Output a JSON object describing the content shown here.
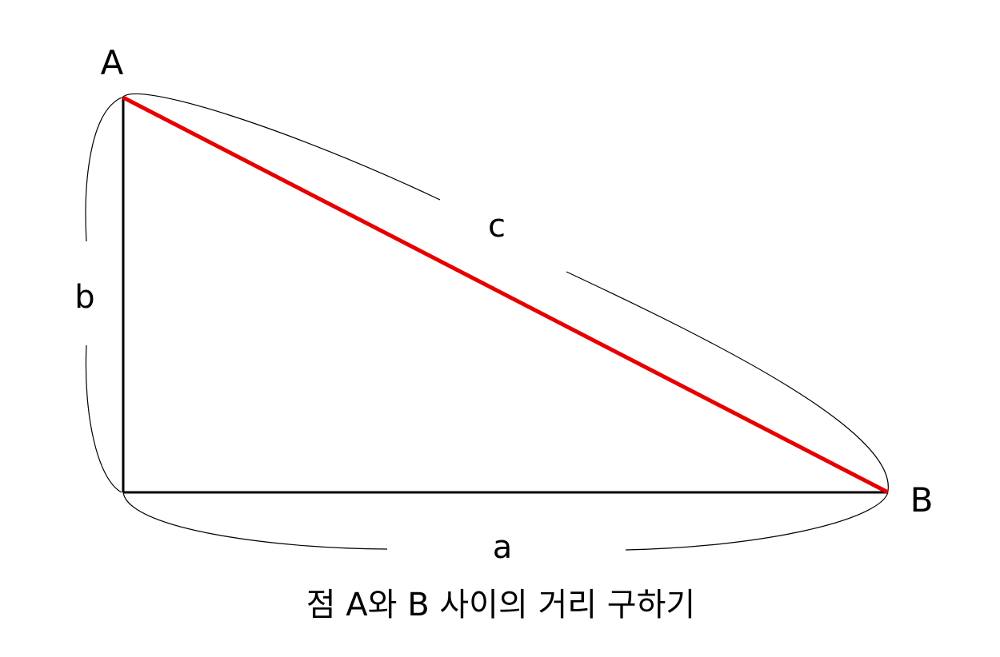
{
  "points": {
    "a": "A",
    "b": "B"
  },
  "sides": {
    "a": "a",
    "b": "b",
    "c": "c"
  },
  "caption": "점 A와 B 사이의 거리 구하기",
  "colors": {
    "hypotenuse": "#e60000",
    "legs": "#000000",
    "braces": "#000000",
    "background": "#ffffff"
  }
}
